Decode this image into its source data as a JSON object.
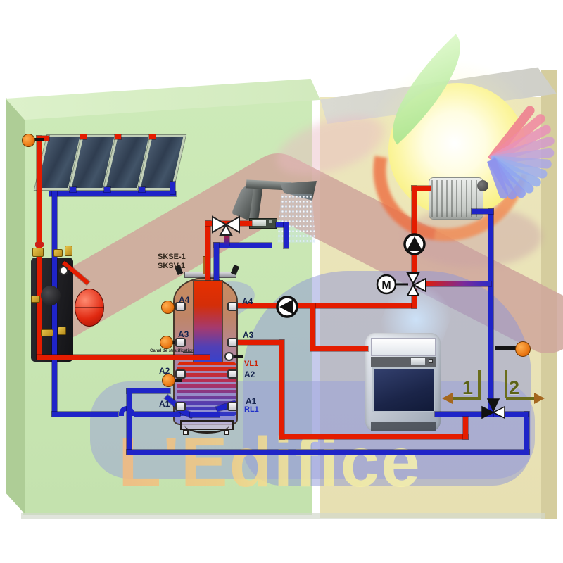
{
  "watermark": "L'Edifice",
  "labels": {
    "collector_model_1": "SKSE-1",
    "collector_model_2": "SKSV-1",
    "tank_left": [
      "A4",
      "A3",
      "A2",
      "A1"
    ],
    "tank_right": [
      "A4",
      "A3",
      "A2",
      "A1"
    ],
    "vl1": "VL1",
    "rl1": "RL1",
    "canal": "Canal de stratification",
    "m": "M",
    "pos1": "1",
    "pos2": "2"
  },
  "colors": {
    "pipe_hot": "#e41c00",
    "pipe_cold": "#1f24c8",
    "sensor_orange": "#e87410",
    "vl1_red": "#cc2000",
    "rl1_blue": "#2030c8",
    "marker_olive": "#5c6317",
    "roof_band": "#cfa79c",
    "wall_left_green": "#c9e6b4",
    "wall_right_beige": "#ebe5bb"
  }
}
